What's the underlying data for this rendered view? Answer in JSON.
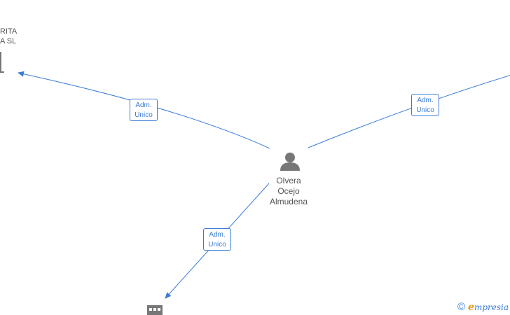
{
  "nodes": {
    "company_top_left": {
      "name_lines": [
        "RITA",
        "A SL"
      ]
    },
    "person": {
      "name_lines": [
        "Olvera",
        "Ocejo",
        "Almudena"
      ]
    }
  },
  "edges": [
    {
      "role_lines": [
        "Adm.",
        "Unico"
      ]
    },
    {
      "role_lines": [
        "Adm.",
        "Unico"
      ]
    },
    {
      "role_lines": [
        "Adm.",
        "Unico"
      ]
    }
  ],
  "footer": {
    "copyright_symbol": "©",
    "brand_initial": "e",
    "brand_rest": "mpresia"
  },
  "colors": {
    "edge": "#3a7bd5",
    "node_icon": "#777777",
    "brand_accent": "#e39a1b"
  }
}
